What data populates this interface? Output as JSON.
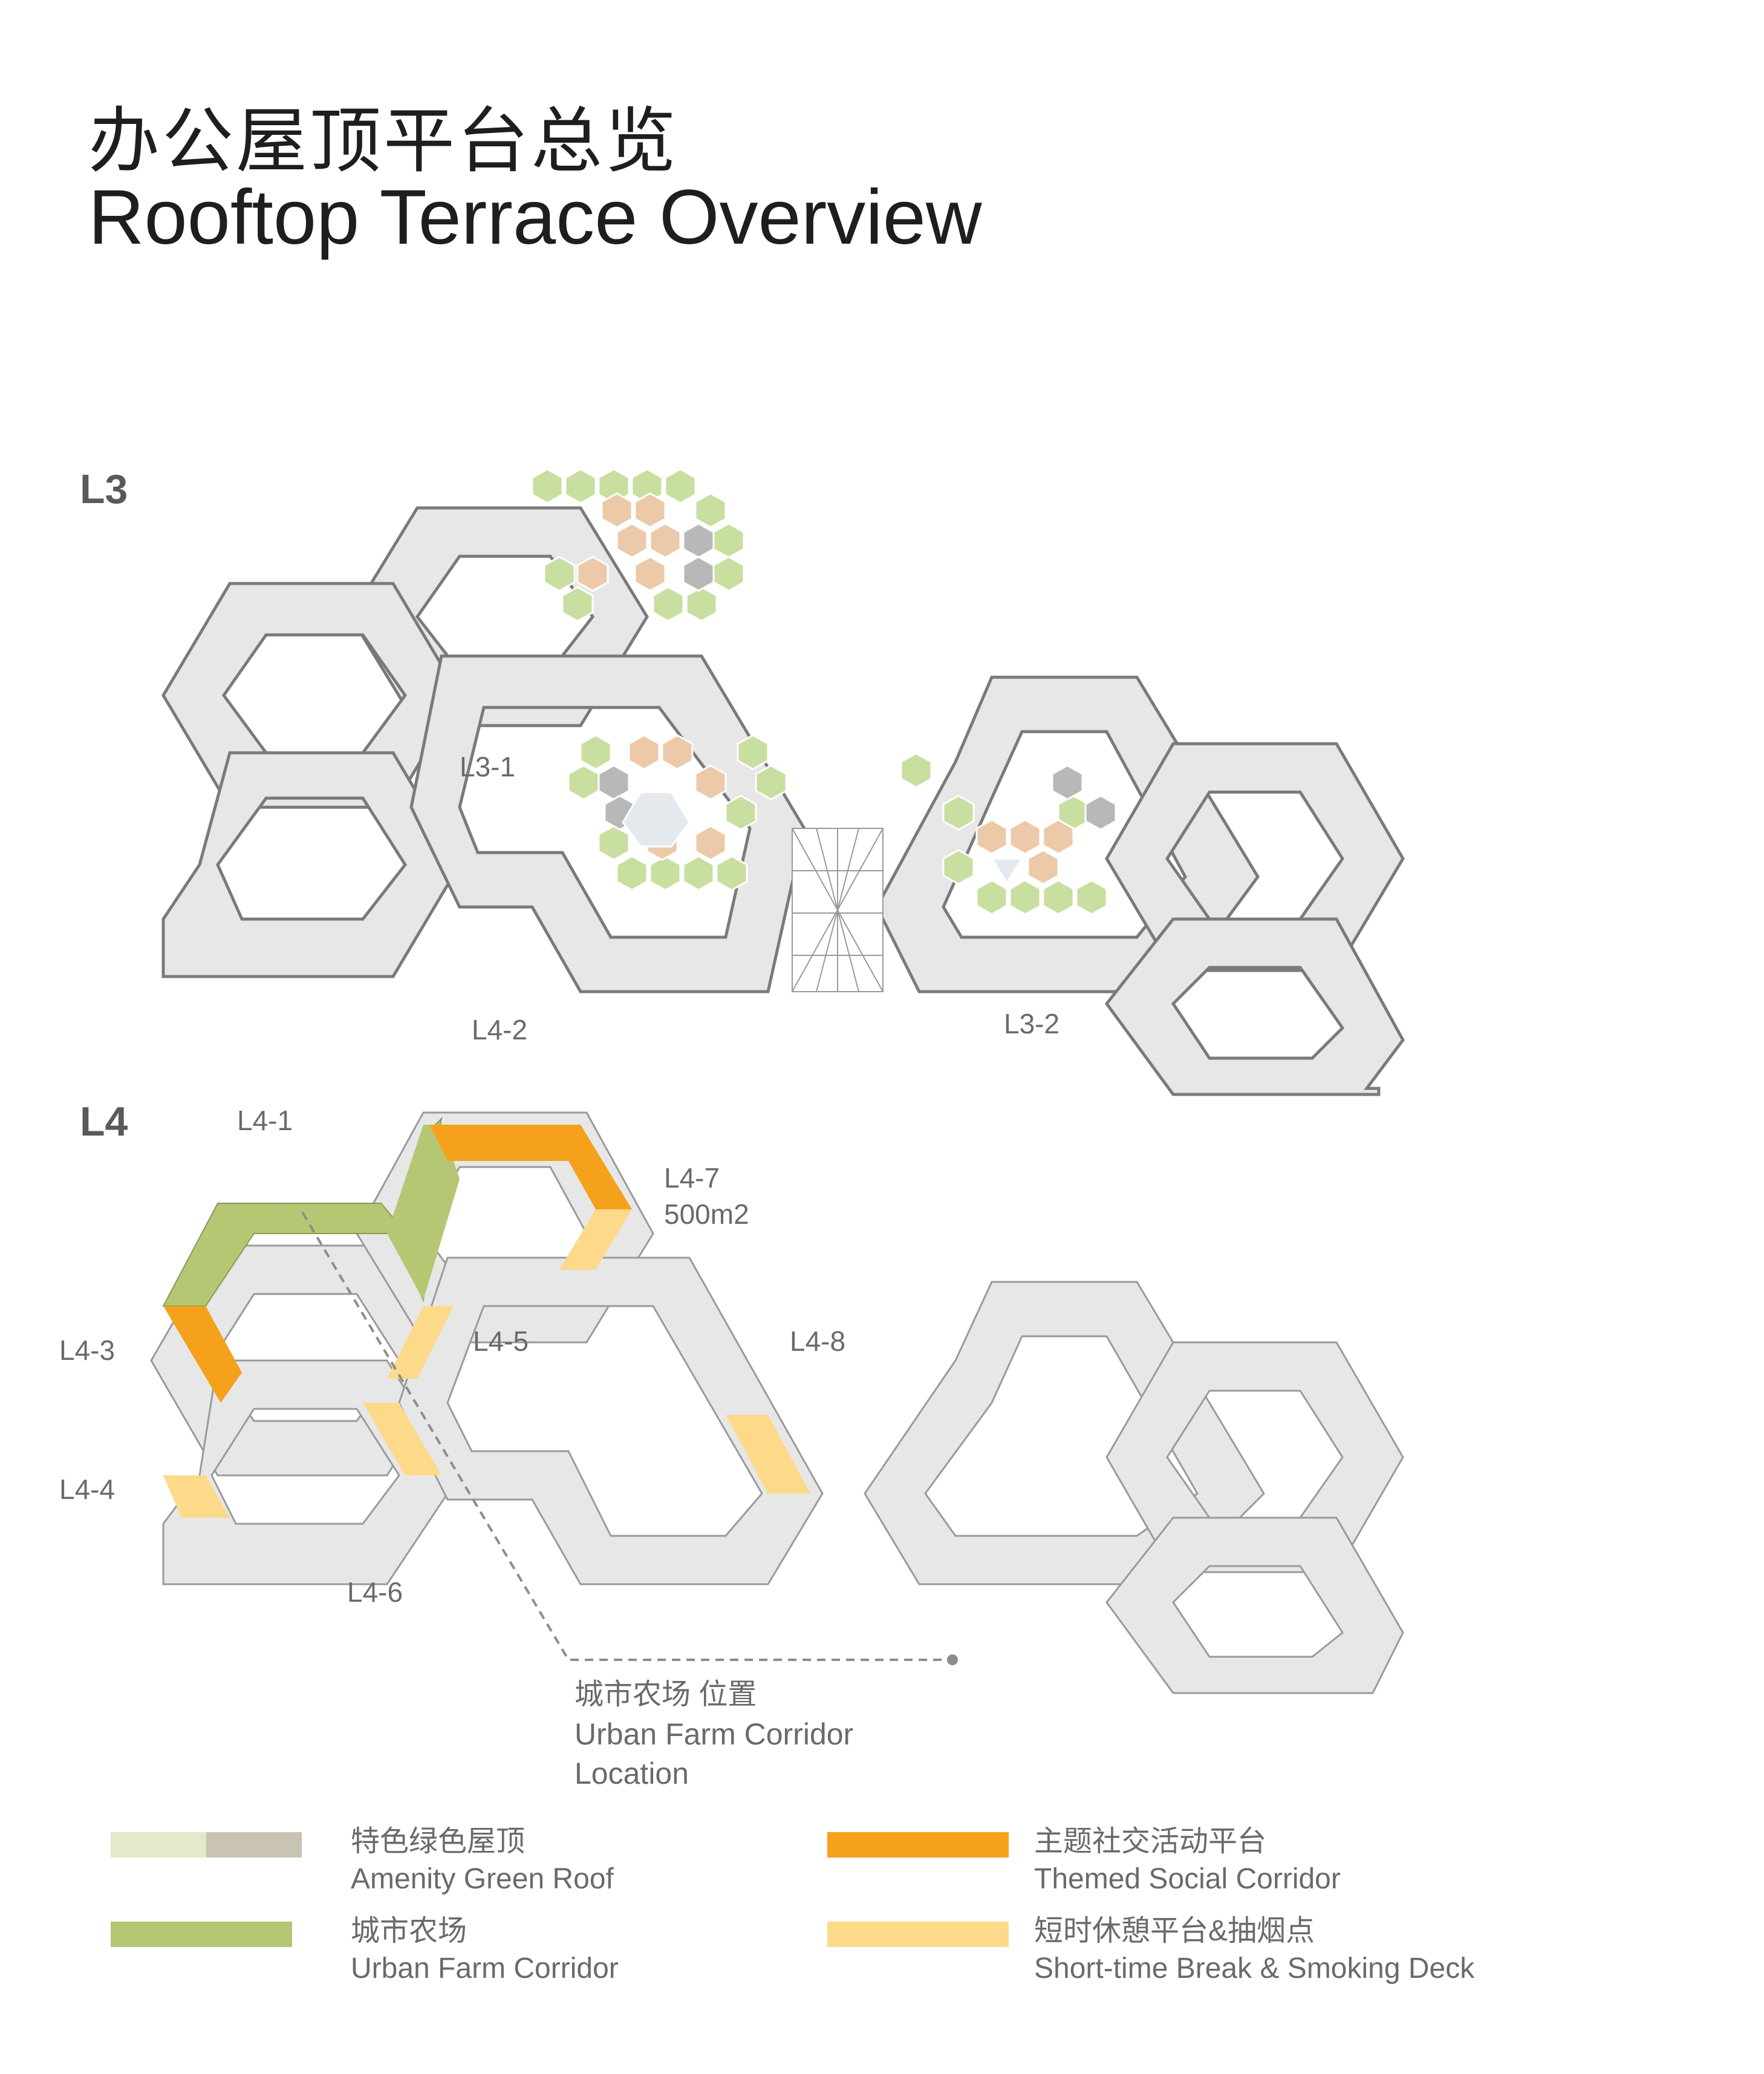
{
  "title": {
    "chinese": "办公屋顶平台总览",
    "english": "Rooftop Terrace Overview"
  },
  "levels": {
    "l3": "L3",
    "l4": "L4"
  },
  "zone_labels": {
    "l3_1": "L3-1",
    "l3_2": "L3-2",
    "l4_2_on_l3": "L4-2",
    "l4_1": "L4-1",
    "l4_3": "L4-3",
    "l4_4": "L4-4",
    "l4_5": "L4-5",
    "l4_6": "L4-6",
    "l4_7": "L4-7",
    "l4_7_area": "500m2",
    "l4_8": "L4-8"
  },
  "callout": {
    "chinese": "城市农场 位置",
    "english_line1": "Urban Farm Corridor",
    "english_line2": "Location"
  },
  "legend": [
    {
      "chinese": "特色绿色屋顶",
      "english": "Amenity Green Roof",
      "colors": [
        "#e4e9cb",
        "#c8c3b2"
      ]
    },
    {
      "chinese": "城市农场",
      "english": "Urban Farm Corridor",
      "colors": [
        "#b5c773"
      ]
    },
    {
      "chinese": "主题社交活动平台",
      "english": "Themed Social Corridor",
      "colors": [
        "#f5a11c"
      ]
    },
    {
      "chinese": "短时休憩平台&抽烟点",
      "english": "Short-time Break & Smoking Deck",
      "colors": [
        "#fdd98a"
      ]
    }
  ],
  "colors": {
    "floor": "#e7e7e7",
    "floor_edge": "#8a8a8a",
    "hex_green": "#c8dfa0",
    "hex_tan": "#ecc9a8",
    "hex_grey": "#b8b8b8",
    "farm": "#b5c773",
    "social": "#f5a11c",
    "break": "#fdd98a"
  }
}
